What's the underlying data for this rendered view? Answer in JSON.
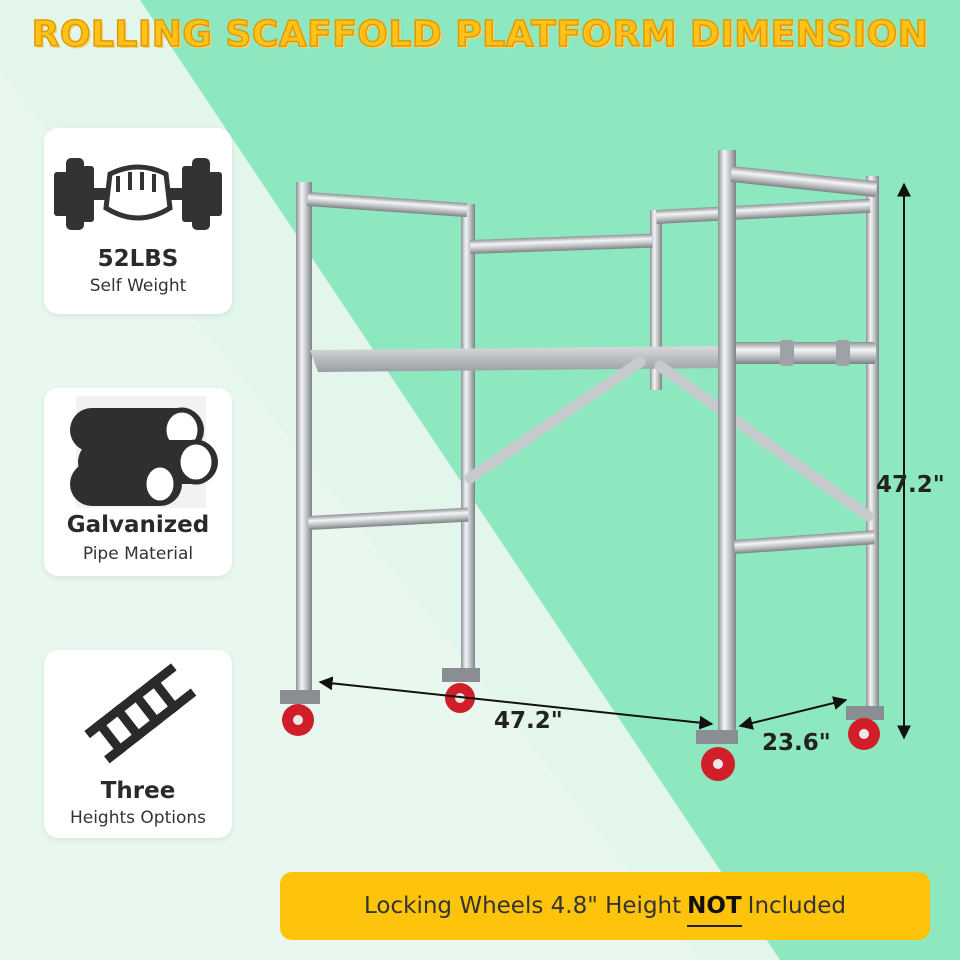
{
  "title": "ROLLING SCAFFOLD PLATFORM DIMENSION",
  "features": [
    {
      "icon": "weight-lifting-icon",
      "headline": "52LBS",
      "caption": "Self Weight"
    },
    {
      "icon": "galvanized-pipes-icon",
      "headline": "Galvanized",
      "caption": "Pipe Material"
    },
    {
      "icon": "ladder-icon",
      "headline": "Three",
      "caption": "Heights Options"
    }
  ],
  "dimensions": {
    "height": "47.2\"",
    "length": "47.2\"",
    "width": "23.6\""
  },
  "banner": {
    "prefix": "Locking Wheels 4.8\" Height",
    "emphasis": "NOT",
    "suffix": "Included"
  },
  "colors": {
    "accent": "#fec40c",
    "title": "#ffc21a",
    "background_left": "#e3f6ec",
    "background_right": "#8ee8bf",
    "wheel": "#d11f2a"
  }
}
